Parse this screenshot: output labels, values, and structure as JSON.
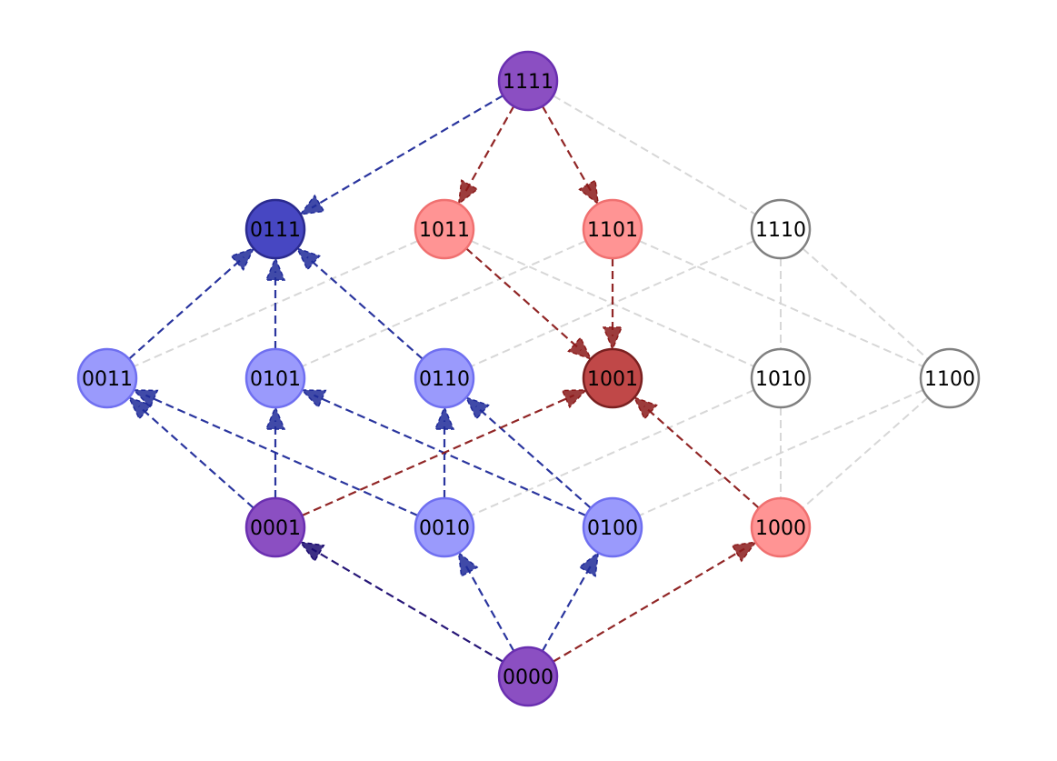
{
  "diagram": {
    "colors": {
      "blue_edge": "#1f2a99",
      "red_edge": "#8b1a1a",
      "gray_edge": "#d3d3d3",
      "purple_edge": "#1a0a70",
      "node_purple": "#8b4fc2",
      "node_purple_stroke": "#6a2fb0",
      "node_dark_blue": "#4747c2",
      "node_dark_blue_stroke": "#2a2a8f",
      "node_light_blue": "#9a9afc",
      "node_light_blue_stroke": "#6f6ff0",
      "node_light_red": "#ff9494",
      "node_light_red_stroke": "#f07070",
      "node_dark_red": "#c04848",
      "node_dark_red_stroke": "#7a2020",
      "node_white": "#ffffff",
      "node_white_stroke": "#808080"
    },
    "nodes": [
      {
        "id": "1111",
        "label": "1111",
        "style": "purple"
      },
      {
        "id": "0111",
        "label": "0111",
        "style": "dark_blue"
      },
      {
        "id": "1011",
        "label": "1011",
        "style": "light_red"
      },
      {
        "id": "1101",
        "label": "1101",
        "style": "light_red"
      },
      {
        "id": "1110",
        "label": "1110",
        "style": "white"
      },
      {
        "id": "0011",
        "label": "0011",
        "style": "light_blue"
      },
      {
        "id": "0101",
        "label": "0101",
        "style": "light_blue"
      },
      {
        "id": "0110",
        "label": "0110",
        "style": "light_blue"
      },
      {
        "id": "1001",
        "label": "1001",
        "style": "dark_red"
      },
      {
        "id": "1010",
        "label": "1010",
        "style": "white"
      },
      {
        "id": "1100",
        "label": "1100",
        "style": "white"
      },
      {
        "id": "0001",
        "label": "0001",
        "style": "purple"
      },
      {
        "id": "0010",
        "label": "0010",
        "style": "light_blue"
      },
      {
        "id": "0100",
        "label": "0100",
        "style": "light_blue"
      },
      {
        "id": "1000",
        "label": "1000",
        "style": "light_red"
      },
      {
        "id": "0000",
        "label": "0000",
        "style": "purple"
      }
    ],
    "edges": [
      {
        "from": "1111",
        "to": "1110",
        "kind": "gray",
        "arrow": false
      },
      {
        "from": "1011",
        "to": "0011",
        "kind": "gray",
        "arrow": false
      },
      {
        "from": "1011",
        "to": "1010",
        "kind": "gray",
        "arrow": false
      },
      {
        "from": "1101",
        "to": "0101",
        "kind": "gray",
        "arrow": false
      },
      {
        "from": "1101",
        "to": "1100",
        "kind": "gray",
        "arrow": false
      },
      {
        "from": "1110",
        "to": "0110",
        "kind": "gray",
        "arrow": false
      },
      {
        "from": "1110",
        "to": "1010",
        "kind": "gray",
        "arrow": false
      },
      {
        "from": "1110",
        "to": "1100",
        "kind": "gray",
        "arrow": false
      },
      {
        "from": "1010",
        "to": "0010",
        "kind": "gray",
        "arrow": false
      },
      {
        "from": "1010",
        "to": "1000",
        "kind": "gray",
        "arrow": false
      },
      {
        "from": "1100",
        "to": "0100",
        "kind": "gray",
        "arrow": false
      },
      {
        "from": "1100",
        "to": "1000",
        "kind": "gray",
        "arrow": false
      },
      {
        "from": "1111",
        "to": "0111",
        "kind": "blue",
        "arrow": true
      },
      {
        "from": "0011",
        "to": "0111",
        "kind": "blue",
        "arrow": true
      },
      {
        "from": "0101",
        "to": "0111",
        "kind": "blue",
        "arrow": true
      },
      {
        "from": "0110",
        "to": "0111",
        "kind": "blue",
        "arrow": true
      },
      {
        "from": "0001",
        "to": "0011",
        "kind": "blue",
        "arrow": true
      },
      {
        "from": "0010",
        "to": "0011",
        "kind": "blue",
        "arrow": true
      },
      {
        "from": "0001",
        "to": "0101",
        "kind": "blue",
        "arrow": true
      },
      {
        "from": "0100",
        "to": "0101",
        "kind": "blue",
        "arrow": true
      },
      {
        "from": "0010",
        "to": "0110",
        "kind": "blue",
        "arrow": true
      },
      {
        "from": "0100",
        "to": "0110",
        "kind": "blue",
        "arrow": true
      },
      {
        "from": "0000",
        "to": "0010",
        "kind": "blue",
        "arrow": true
      },
      {
        "from": "0000",
        "to": "0100",
        "kind": "blue",
        "arrow": true
      },
      {
        "from": "0000",
        "to": "0001",
        "kind": "purple",
        "arrow": true
      },
      {
        "from": "1111",
        "to": "1011",
        "kind": "red",
        "arrow": true
      },
      {
        "from": "1111",
        "to": "1101",
        "kind": "red",
        "arrow": true
      },
      {
        "from": "1011",
        "to": "1001",
        "kind": "red",
        "arrow": true
      },
      {
        "from": "1101",
        "to": "1001",
        "kind": "red",
        "arrow": true
      },
      {
        "from": "0001",
        "to": "1001",
        "kind": "red",
        "arrow": true
      },
      {
        "from": "1000",
        "to": "1001",
        "kind": "red",
        "arrow": true
      },
      {
        "from": "0000",
        "to": "1000",
        "kind": "red",
        "arrow": true
      }
    ]
  }
}
